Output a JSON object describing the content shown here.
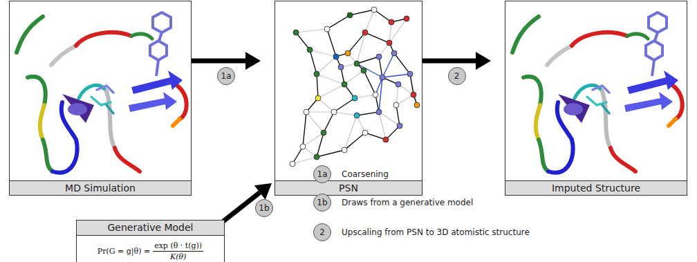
{
  "diagram": {
    "nodes": [
      {
        "text": [
          "MD Simulation"
        ]
      },
      {
        "text": [
          "PSN"
        ]
      },
      {
        "text": [
          "Imputed Structure"
        ]
      },
      {
        "text": [
          "Generative Model",
          "Pr(G = g|θ) =",
          "exp (θ · t(g))",
          "K(θ)"
        ]
      }
    ],
    "edges": [
      {
        "from": 0,
        "to": 1,
        "arrow": "to",
        "label": "1a"
      },
      {
        "from": 3,
        "to": 1,
        "arrow": "to",
        "label": "1b"
      },
      {
        "from": 1,
        "to": 2,
        "arrow": "to",
        "label": "2"
      }
    ],
    "labels": [
      "1a",
      "Coarsening",
      "1b",
      "Draws from a generative model",
      "2",
      "Upscaling from PSN to 3D atomistic structure"
    ]
  }
}
